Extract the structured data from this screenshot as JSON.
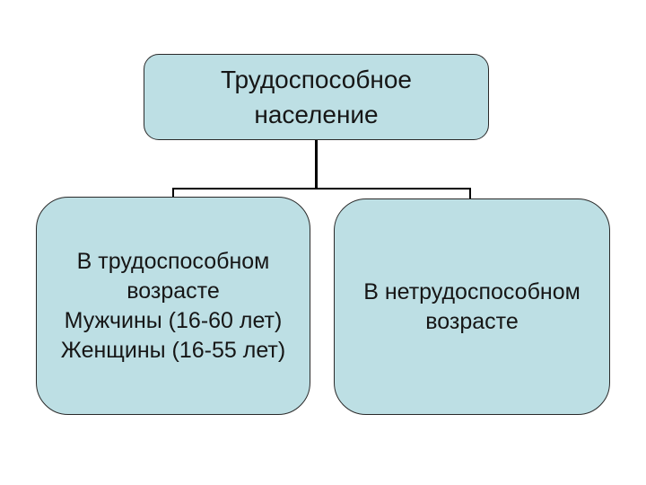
{
  "diagram": {
    "type": "tree",
    "nodes": {
      "root": {
        "id": "root",
        "line1": "Трудоспособное",
        "line2": "население",
        "full_text": "Трудоспособное население"
      },
      "left": {
        "id": "working-age",
        "parent": "root",
        "line1": "В трудоспособном",
        "line2": "возрасте",
        "line3": "Мужчины (16-60 лет)",
        "line4": "Женщины (16-55 лет)",
        "full_text": "В трудоспособном возрасте Мужчины (16-60 лет) Женщины (16-55 лет)"
      },
      "right": {
        "id": "non-working-age",
        "parent": "root",
        "line1": "В нетрудоспособном",
        "line2": "возрасте",
        "full_text": "В нетрудоспособном возрасте"
      }
    }
  },
  "colors": {
    "background": "#ffffff",
    "box_fill": "#bddfe4",
    "box_border": "#2a2a2a",
    "connector": "#000000",
    "text": "#161616"
  }
}
